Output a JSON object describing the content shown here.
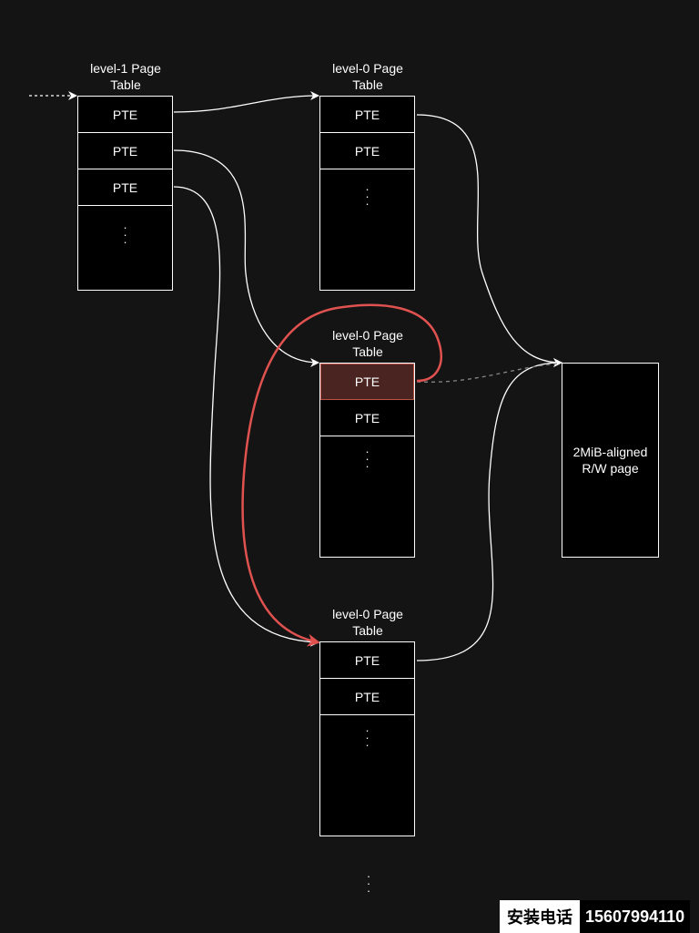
{
  "tables": {
    "l1": {
      "title": "level-1 Page\nTable",
      "entries": [
        "PTE",
        "PTE",
        "PTE"
      ]
    },
    "l0_top": {
      "title": "level-0 Page\nTable",
      "entries": [
        "PTE",
        "PTE"
      ]
    },
    "l0_mid": {
      "title": "level-0 Page\nTable",
      "entries": [
        "PTE",
        "PTE"
      ]
    },
    "l0_bot": {
      "title": "level-0 Page\nTable",
      "entries": [
        "PTE",
        "PTE"
      ]
    }
  },
  "page": {
    "label": "2MiB-aligned\nR/W page"
  },
  "contact": {
    "label": "安装电话",
    "number": "15607994110"
  },
  "colors": {
    "background": "#141414",
    "line": "#ffffff",
    "highlight": "#e0524f",
    "highlight_fill": "#4a2420"
  }
}
